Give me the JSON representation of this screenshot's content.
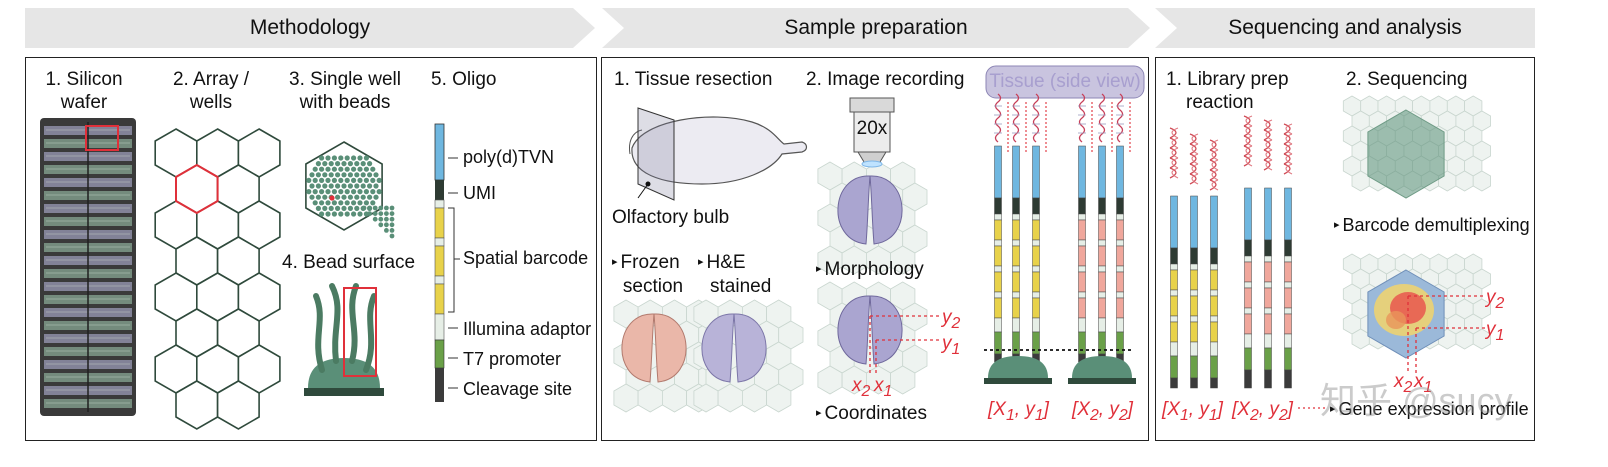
{
  "banners": {
    "methodology": "Methodology",
    "sample_preparation": "Sample preparation",
    "sequencing": "Sequencing and analysis"
  },
  "methodology": {
    "step1": "1. Silicon",
    "step1b": "wafer",
    "step2": "2. Array /",
    "step2b": "wells",
    "step3": "3. Single well",
    "step3b": "with beads",
    "step4": "4. Bead surface",
    "step5": "5. Oligo",
    "oligo_labels": {
      "polyd": "poly(d)TVN",
      "umi": "UMI",
      "barcode": "Spatial barcode",
      "illumina": "Illumina adaptor",
      "t7": "T7 promoter",
      "cleavage": "Cleavage site"
    }
  },
  "sample": {
    "step1": "1. Tissue resection",
    "olfactory": "Olfactory bulb",
    "frozen": "Frozen",
    "frozen_b": "section",
    "he": "H&E",
    "he_b": "stained",
    "step2": "2. Image recording",
    "magnification": "20x",
    "morphology": "Morphology",
    "coordinates": "Coordinates",
    "tissue_side": "Tissue (side view)",
    "y2": "y",
    "y2_sub": "2",
    "y1": "y",
    "y1_sub": "1",
    "x2": "x",
    "x2_sub": "2",
    "x1": "x",
    "x1_sub": "1",
    "coord_a": "[X",
    "coord_a_sub": "1",
    "coord_a_mid": ", y",
    "coord_a_sub2": "1",
    "coord_a_end": "]",
    "coord_b": "[X",
    "coord_b_sub": "2",
    "coord_b_mid": ", y",
    "coord_b_sub2": "2",
    "coord_b_end": "]"
  },
  "sequencing": {
    "step1": "1. Library prep",
    "step1b": "reaction",
    "step2": "2. Sequencing",
    "barcode_demux": "Barcode demultiplexing",
    "gene_profile": "Gene expression profile",
    "y2": "y",
    "y2_sub": "2",
    "y1": "y",
    "y1_sub": "1",
    "x2": "x",
    "x2_sub": "2",
    "x1": "x",
    "x1_sub": "1",
    "coord_a": "[X",
    "coord_a_sub": "1",
    "coord_a_mid": ", y",
    "coord_a_sub2": "1",
    "coord_a_end": "]",
    "coord_b": "[X",
    "coord_b_sub": "2",
    "coord_b_mid": ", y",
    "coord_b_sub2": "2",
    "coord_b_end": "]"
  },
  "watermark": "知乎 @sucy",
  "colors": {
    "banner": "#e6e6e6",
    "oligo_blue": "#6fb7e0",
    "oligo_dark": "#2e3b33",
    "oligo_yellow": "#e8d24a",
    "oligo_white": "#e6eee6",
    "oligo_green": "#6aa048",
    "oligo_pink": "#f0a79c",
    "hex_outline": "#2f4a3c",
    "highlight_red": "#e0303a",
    "bead_green": "#5a8f78"
  }
}
